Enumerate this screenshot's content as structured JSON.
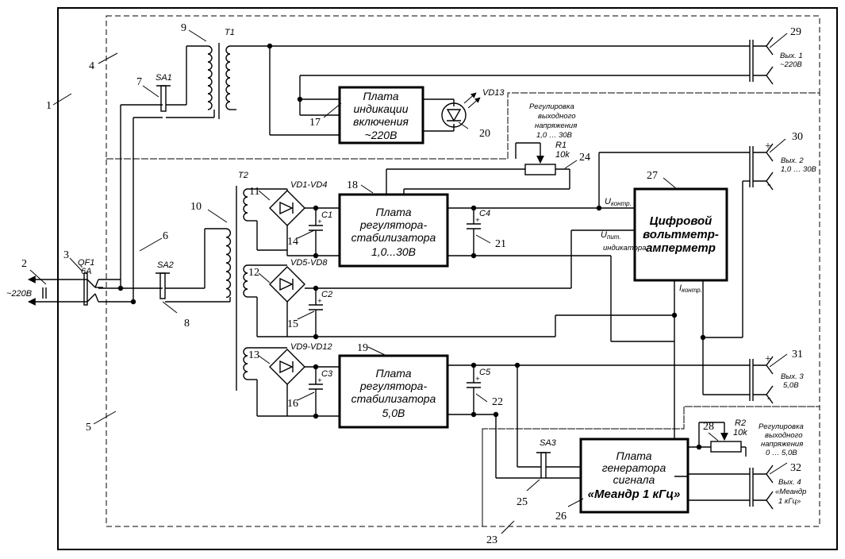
{
  "blocks": {
    "indication": [
      "Плата",
      "индикации",
      "включения",
      "~220В"
    ],
    "reg1": [
      "Плата",
      "регулятора-",
      "стабилизатора",
      "1,0...30В"
    ],
    "reg2": [
      "Плата",
      "регулятора-",
      "стабилизатора",
      "5,0В"
    ],
    "meter": [
      "Цифровой",
      "вольтметр-",
      "амперметр"
    ],
    "generator": [
      "Плата",
      "генератора",
      "сигнала",
      "«Меандр 1 кГц»"
    ]
  },
  "components": {
    "t1": "T1",
    "t2": "T2",
    "sa1": "SA1",
    "sa2": "SA2",
    "sa3": "SA3",
    "qf1": "QF1",
    "qf1_rating": "6A",
    "vd13": "VD13",
    "vd1": "VD1-VD4",
    "vd5": "VD5-VD8",
    "vd9": "VD9-VD12",
    "c1": "C1",
    "c2": "C2",
    "c3": "C3",
    "c4": "C4",
    "c5": "C5",
    "r1": "R1",
    "r1_value": "10k",
    "r2": "R2",
    "r2_value": "10k",
    "input": "~220В"
  },
  "signals": {
    "u_ctrl": "U",
    "u_ctrl_sub": "контр.",
    "u_ind": "U",
    "u_ind_sub": "пит.",
    "u_ind_sub2": "индикатора",
    "i_ctrl": "I",
    "i_ctrl_sub": "контр."
  },
  "notes": {
    "r1_adjust": [
      "Регулировка",
      "выходного",
      "напряжения",
      "1,0 … 30В"
    ],
    "r2_adjust": [
      "Регулировка",
      "выходного",
      "напряжения",
      "0 … 5,0В"
    ]
  },
  "outputs": {
    "out1": [
      "Вых. 1",
      "~220В"
    ],
    "out2": [
      "Вых. 2",
      "1,0 … 30В"
    ],
    "out3": [
      "Вых. 3",
      "5,0В"
    ],
    "out4": [
      "Вых. 4",
      "«Меандр",
      "1 кГц»"
    ]
  },
  "polarity": {
    "plus": "+",
    "minus": "-"
  },
  "callouts": [
    "1",
    "2",
    "3",
    "4",
    "5",
    "6",
    "7",
    "8",
    "9",
    "10",
    "11",
    "12",
    "13",
    "14",
    "15",
    "16",
    "17",
    "18",
    "19",
    "20",
    "21",
    "22",
    "23",
    "24",
    "25",
    "26",
    "27",
    "28",
    "29",
    "30",
    "31",
    "32"
  ]
}
